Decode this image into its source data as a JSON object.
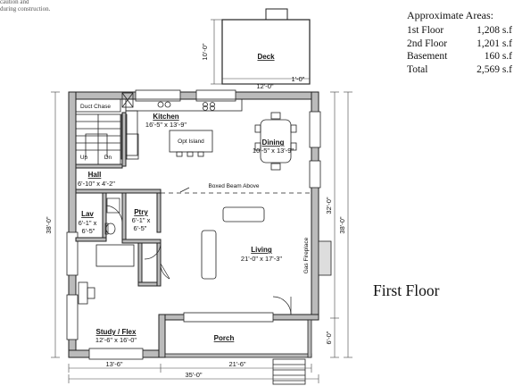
{
  "top_note": "caution and\nduring construction.",
  "areas": {
    "title": "Approximate Areas:",
    "rows": [
      {
        "label": "1st Floor",
        "value": "1,208 s.f"
      },
      {
        "label": "2nd Floor",
        "value": "1,201 s.f"
      },
      {
        "label": "Basement",
        "value": "160 s.f"
      },
      {
        "label": "Total",
        "value": "2,569 s.f"
      }
    ]
  },
  "floor_title": "First Floor",
  "rooms": {
    "deck": "Deck",
    "kitchen": "Kitchen",
    "kitchen_dim": "16'-5\" x 13'-9\"",
    "dining": "Dining",
    "dining_dim": "10'-5\" x 13'-9\"",
    "opt_island": "Opt Island",
    "duct_chase": "Duct Chase",
    "up": "Up",
    "dn": "Dn",
    "hall": "Hall",
    "hall_dim": "6'-10\" x 4'-2\"",
    "lav": "Lav",
    "lav_dim": "6'-1\" x\n6'-5\"",
    "pantry": "Ptry",
    "pantry_dim": "6'-1\" x\n6'-5\"",
    "living": "Living",
    "living_dim": "21'-0\" x 17'-3\"",
    "gas_fireplace": "Gas Fireplace",
    "boxed_beam": "Boxed Beam Above",
    "study": "Study / Flex",
    "study_dim": "12'-6\" x 16'-0\"",
    "porch": "Porch"
  },
  "dimensions": {
    "deck_height": "10'-0\"",
    "deck_width": "12'-0\"",
    "deck_offset": "1'-0\"",
    "left_depth": "38'-0\"",
    "right_main": "32'-0\"",
    "right_porch": "6'-0\"",
    "right_total": "38'-0\"",
    "bottom_left": "13'-6\"",
    "bottom_right": "21'-6\"",
    "bottom_total": "35'-0\""
  }
}
